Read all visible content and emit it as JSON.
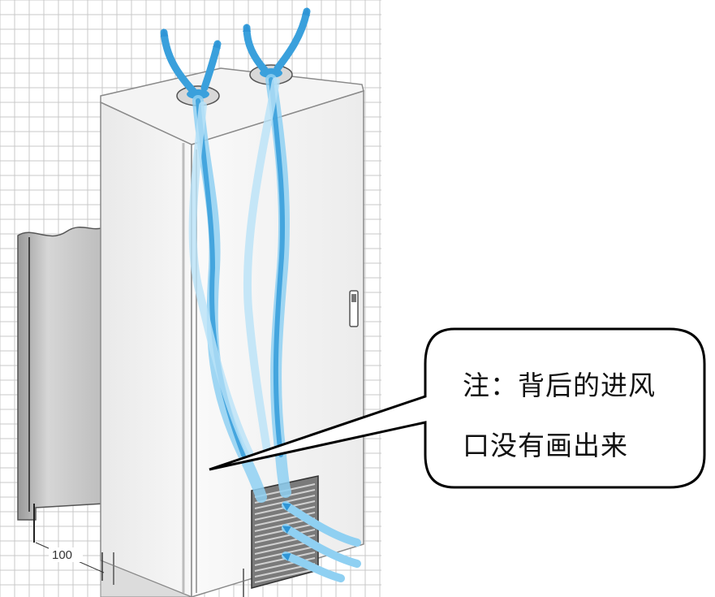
{
  "callout": {
    "line1": "注：背后的进风",
    "line2": "口没有画出来"
  },
  "dimension": {
    "label": "100"
  },
  "colors": {
    "airflow": "#3aa0dc",
    "airflow_light": "#8fd0f2",
    "grid": "#c8c8c8",
    "cabinet_face": "#f2f2f2",
    "cabinet_edge": "#8a8a8a"
  }
}
